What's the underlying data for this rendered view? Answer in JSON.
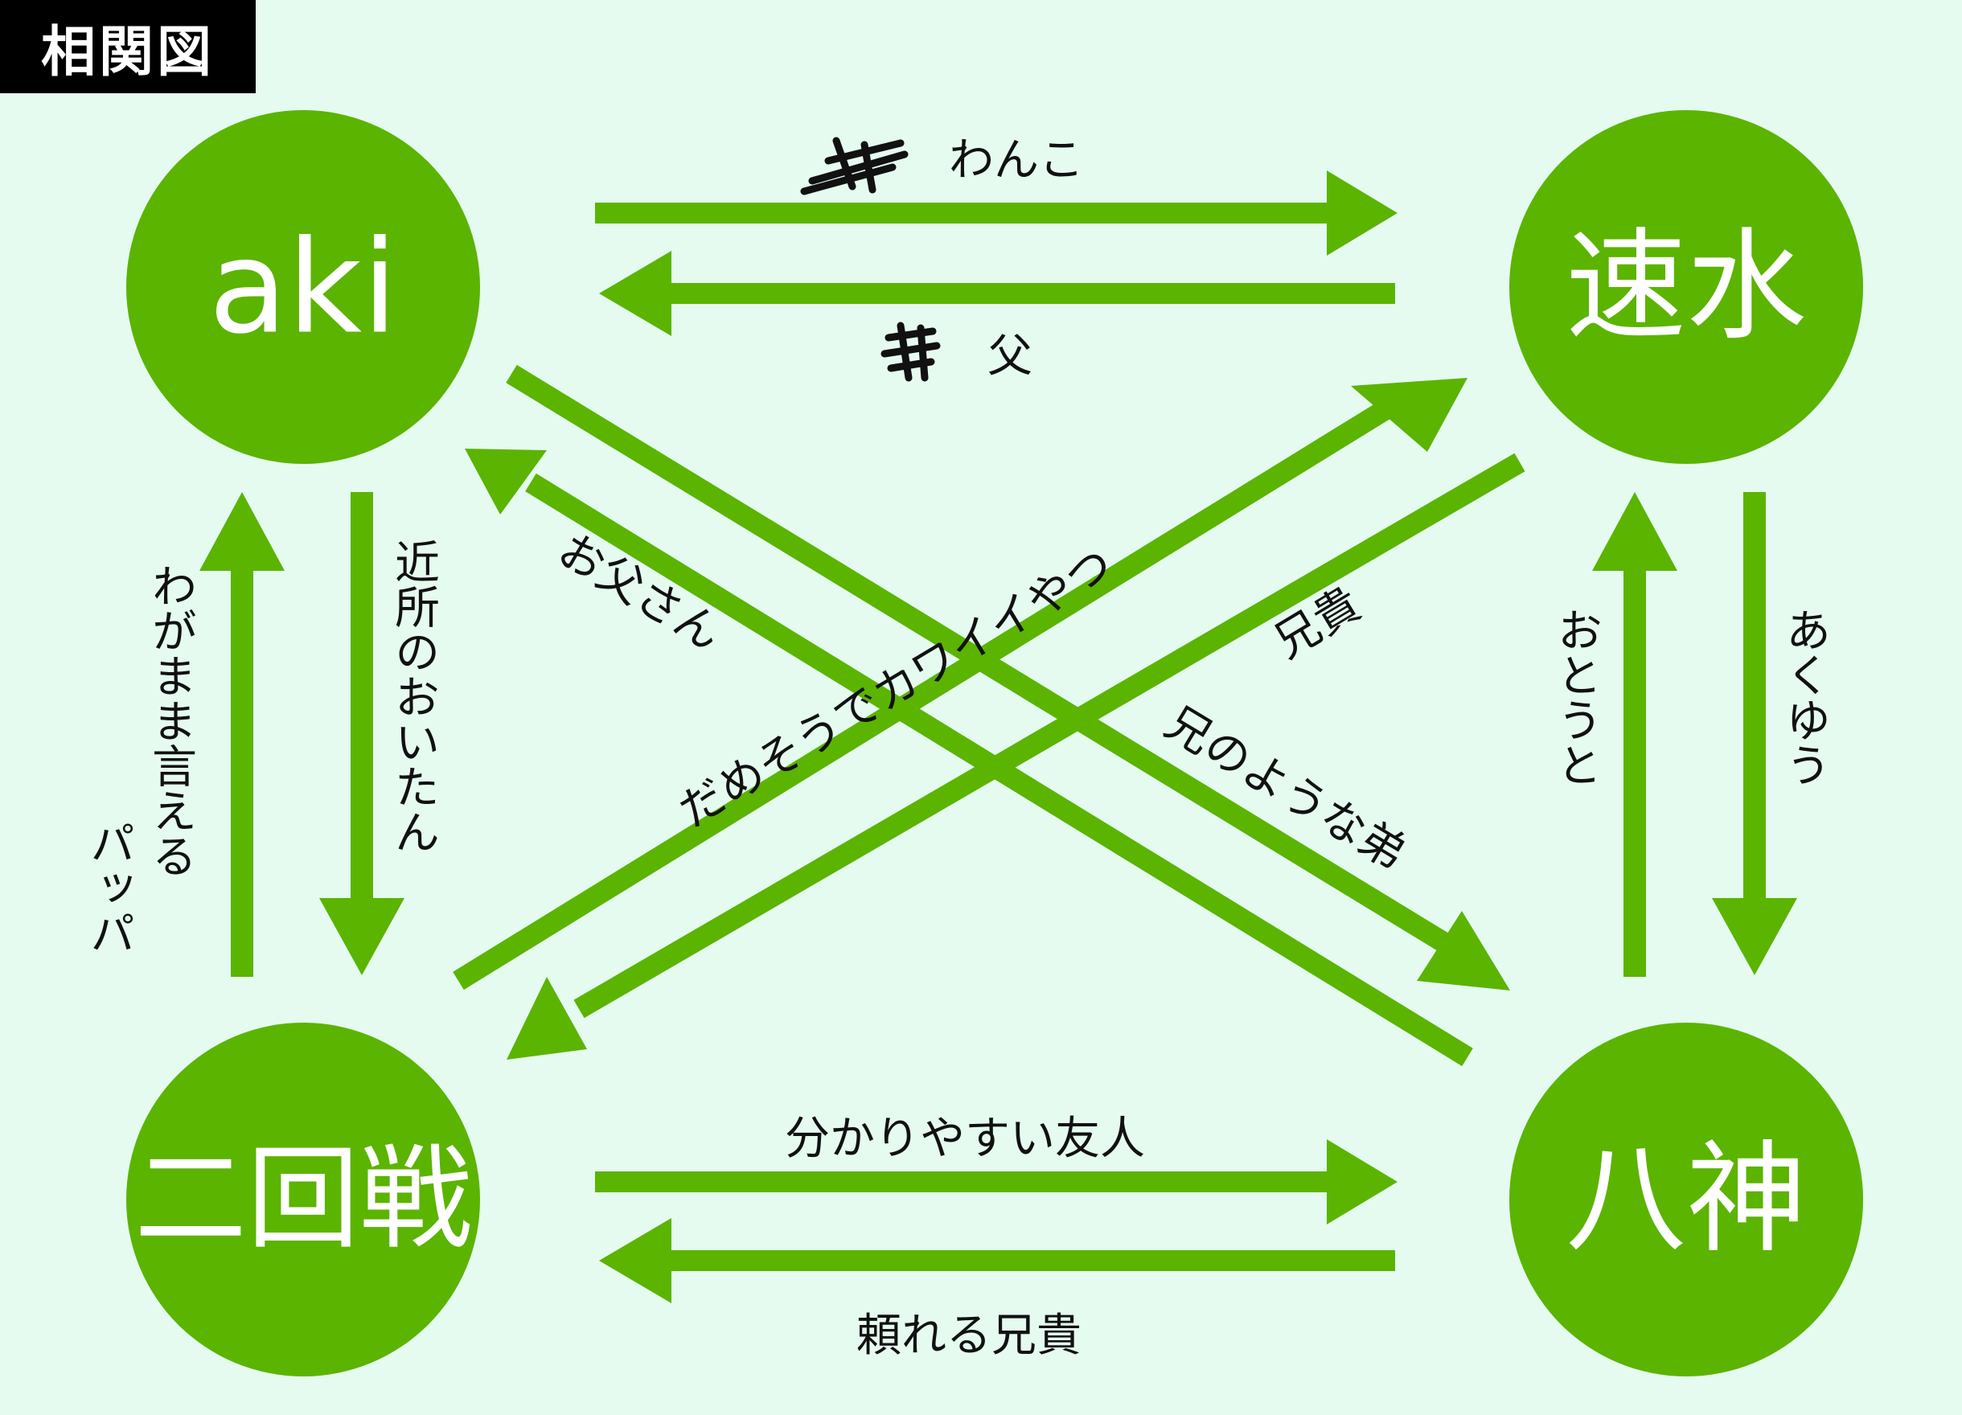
{
  "title": "相関図",
  "colors": {
    "background": "#e5fbf0",
    "node": "#5bb400",
    "arrow": "#5bb400",
    "text": "#111111"
  },
  "nodes": {
    "aki": "aki",
    "hayami": "速水",
    "nikaisen": "二回戦",
    "yagami": "八神"
  },
  "labels": {
    "aki_to_hayami": "わんこ",
    "hayami_to_aki": "父",
    "aki_to_nikaisen": "近所のおいたん",
    "nikaisen_to_aki": "わがまま言える\nパッパ",
    "hayami_to_yagami": "あくゆう",
    "yagami_to_hayami": "おとうと",
    "nikaisen_to_yagami": "分かりやすい友人",
    "yagami_to_nikaisen": "頼れる兄貴",
    "yagami_to_aki": "お父さん",
    "aki_to_yagami": "兄のような弟",
    "nikaisen_to_hayami": "だめそうでカワイイやつ",
    "hayami_to_nikaisen": "兄貴"
  },
  "scribbles": [
    "struck-out-word-top",
    "struck-out-word-bottom"
  ]
}
